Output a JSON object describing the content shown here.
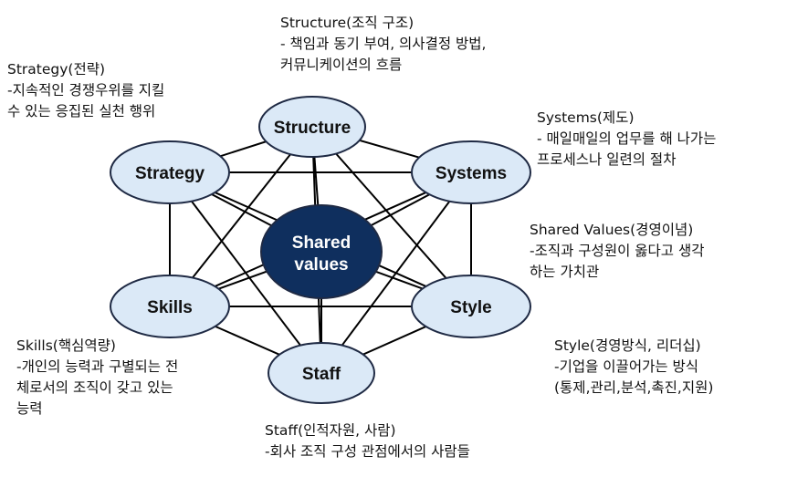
{
  "colors": {
    "node_fill": "#dbe9f7",
    "node_stroke": "#1f2a44",
    "center_fill": "#0f2f5e",
    "center_text": "#ffffff",
    "line": "#000000",
    "text": "#111111"
  },
  "nodes": {
    "structure": "Structure",
    "strategy": "Strategy",
    "systems": "Systems",
    "skills": "Skills",
    "style": "Style",
    "staff": "Staff",
    "center_line1": "Shared",
    "center_line2": "values"
  },
  "annotations": {
    "structure": {
      "title": "Structure(조직 구조)",
      "line1": "- 책임과 동기 부여, 의사결정 방법,",
      "line2": "커뮤니케이션의 흐름"
    },
    "strategy": {
      "title": "Strategy(전략)",
      "line1": "-지속적인 경쟁우위를 지킬",
      "line2": "수 있는 응집된 실천 행위"
    },
    "systems": {
      "title": "Systems(제도)",
      "line1": "- 매일매일의 업무를 해 나가는",
      "line2": "프로세스나 일련의 절차"
    },
    "shared": {
      "title": "Shared Values(경영이념)",
      "line1": "-조직과 구성원이 옳다고 생각",
      "line2": "하는 가치관"
    },
    "skills": {
      "title": "Skills(핵심역량)",
      "line1": "-개인의 능력과 구별되는 전",
      "line2": "체로서의 조직이 갖고 있는",
      "line3": "능력"
    },
    "style": {
      "title": "Style(경영방식, 리더십)",
      "line1": "-기업을 이끌어가는 방식",
      "line2": "(통제,관리,분석,촉진,지원)"
    },
    "staff": {
      "title": "Staff(인적자원, 사람)",
      "line1": "-회사 조직 구성 관점에서의 사람들"
    }
  }
}
